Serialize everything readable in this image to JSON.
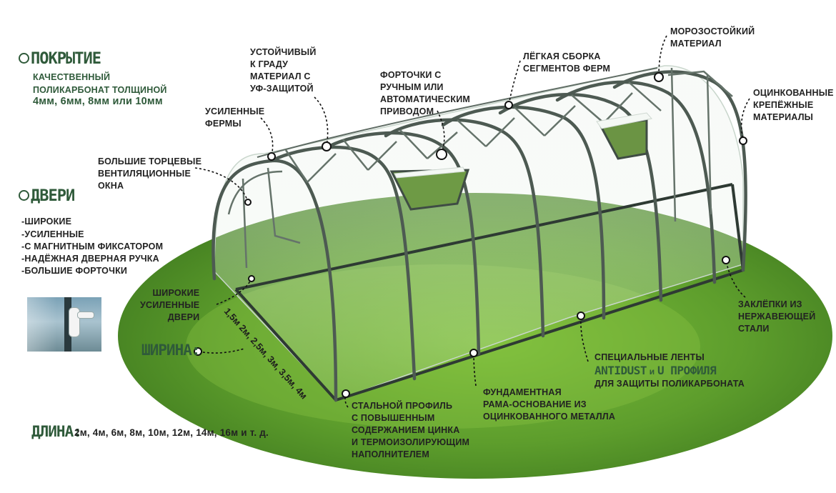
{
  "coating": {
    "heading": "ПОКРЫТИЕ",
    "line1": "КАЧЕСТВЕННЫЙ",
    "line2": "ПОЛИКАРБОНАТ ТОЛЩИНОЙ",
    "line3": "4мм, 6мм, 8мм или 10мм"
  },
  "doors": {
    "heading": "ДВЕРИ",
    "items": [
      "-ШИРОКИЕ",
      "-УСИЛЕННЫЕ",
      "-С МАГНИТНЫМ ФИКСАТОРОМ",
      "-НАДЁЖНАЯ ДВЕРНАЯ РУЧКА",
      "-БОЛЬШИЕ ФОРТОЧКИ"
    ]
  },
  "width": {
    "heading": "ШИРИНА:",
    "values": "1,5м 2м, 2,5м, 3м, 3,5м, 4м"
  },
  "length": {
    "heading": "ДЛИНА:",
    "values": "2м, 4м, 6м, 8м, 10м, 12м, 14м, 16м и т. д."
  },
  "callouts": {
    "hail": "УСТОЙЧИВЫЙ\nК ГРАДУ\nМАТЕРИАЛ С\nУФ-ЗАЩИТОЙ",
    "trusses": "УСИЛЕННЫЕ\nФЕРМЫ",
    "end_windows": "БОЛЬШИЕ ТОРЦЕВЫЕ\nВЕНТИЛЯЦИОННЫЕ\nОКНА",
    "vents": "ФОРТОЧКИ С\nРУЧНЫМ ИЛИ\nАВТОМАТИЧЕСКИМ\nПРИВОДОМ",
    "assembly": "ЛЁГКАЯ СБОРКА\nСЕГМЕНТОВ ФЕРМ",
    "frost": "МОРОЗОСТОЙКИЙ\nМАТЕРИАЛ",
    "fasteners": "ОЦИНКОВАННЫЕ\nКРЕПЁЖНЫЕ\nМАТЕРИАЛЫ",
    "wide_doors": "ШИРОКИЕ\nУСИЛЕННЫЕ\nДВЕРИ",
    "rivets": "ЗАКЛЁПКИ ИЗ\nНЕРЖАВЕЮЩЕЙ\nСТАЛИ",
    "tapes_line1": "СПЕЦИАЛЬНЫЕ ЛЕНТЫ",
    "tapes_brand": "ANTIDUST",
    "tapes_and": "и",
    "tapes_brand2": "U ПРОФИЛЯ",
    "tapes_line3": "ДЛЯ ЗАЩИТЫ ПОЛИКАРБОНАТА",
    "foundation": "ФУНДАМЕНТНАЯ\nРАМА-ОСНОВАНИЕ ИЗ\nОЦИНКОВАННОГО МЕТАЛЛА",
    "steel": "СТАЛЬНОЙ ПРОФИЛЬ\nС ПОВЫШЕННЫМ\nСОДЕРЖАНИЕМ ЦИНКА\nИ ТЕРМОИЗОЛИРУЮЩИМ\nНАПОЛНИТЕЛЕМ"
  },
  "colors": {
    "accent_green": "#2f5a3a",
    "grass": "#5f9e2e",
    "frame": "#3e4a44"
  }
}
